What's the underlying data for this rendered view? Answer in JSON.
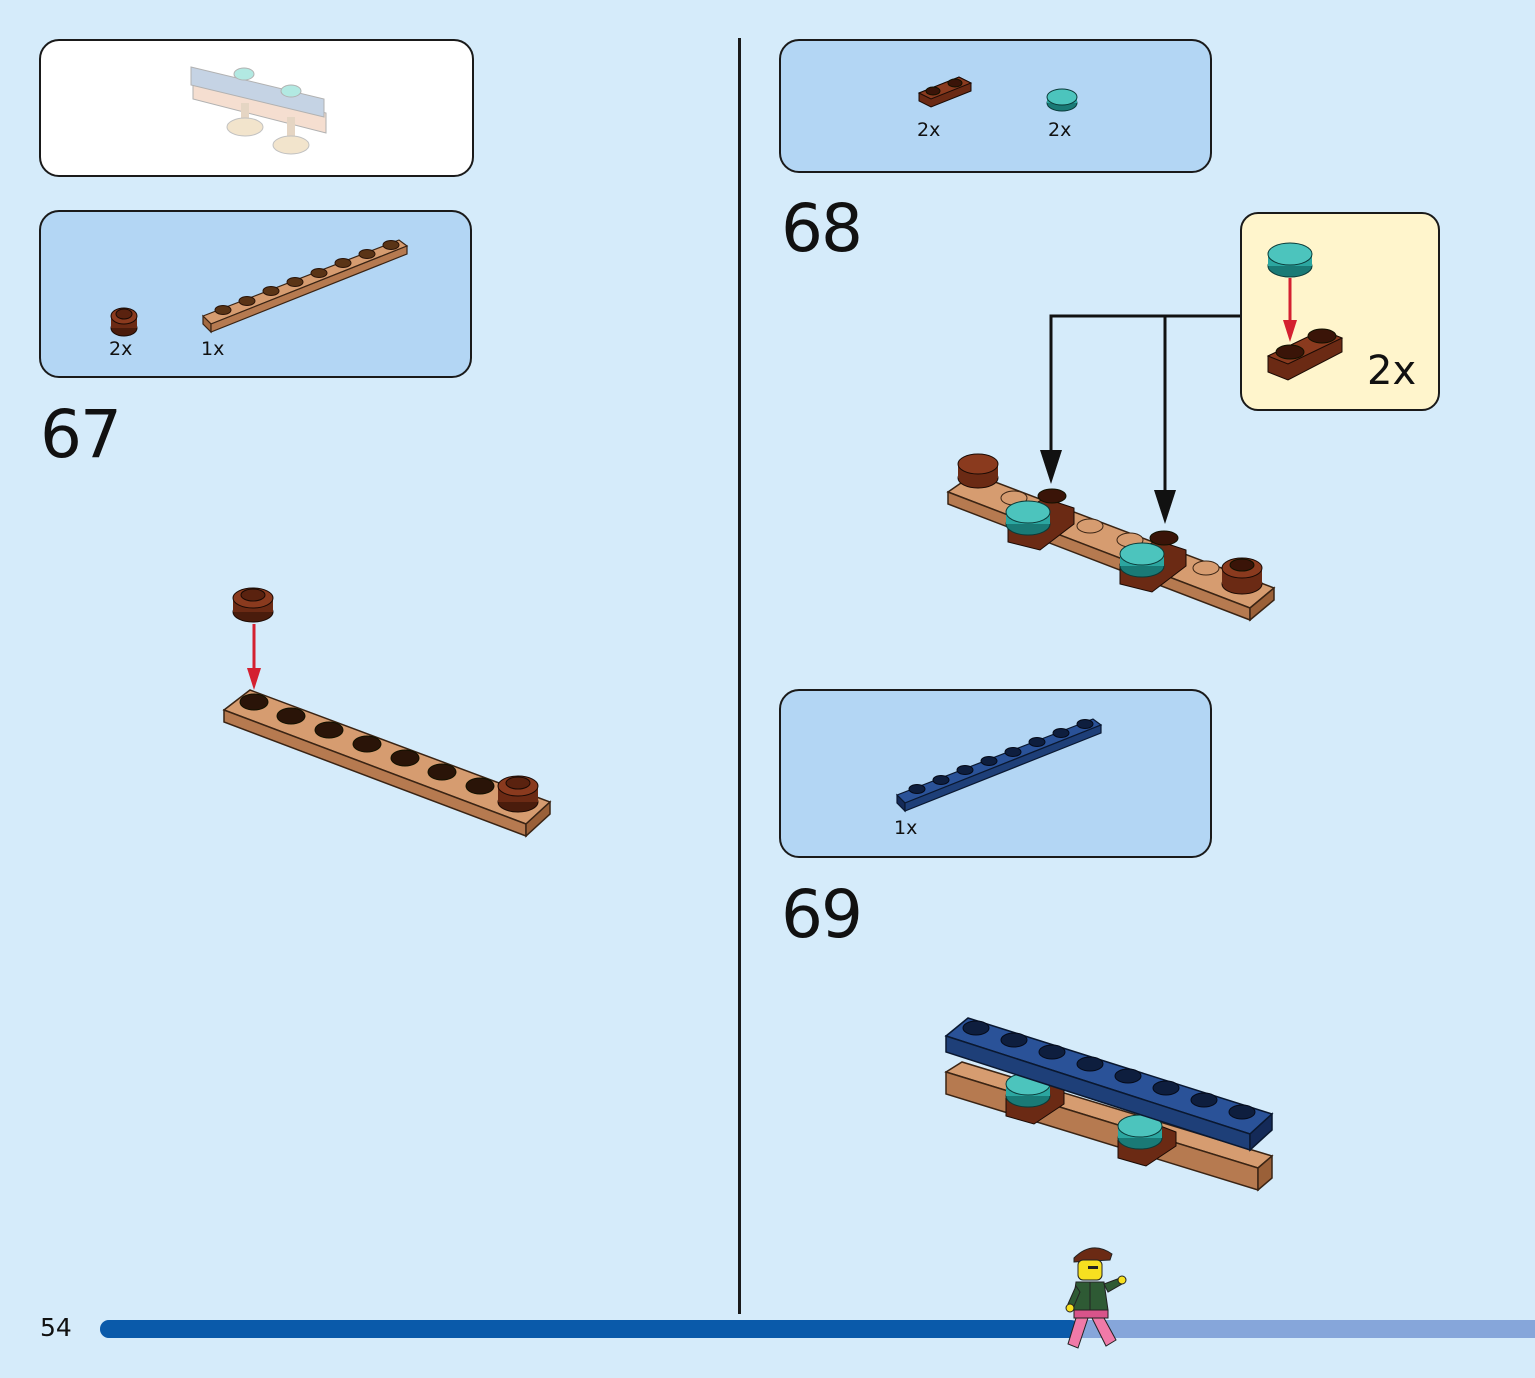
{
  "page": {
    "number": "54"
  },
  "progress": {
    "fraction": 0.68
  },
  "colors": {
    "background": "#d5ebfa",
    "callout_blue": "#b3d6f4",
    "submodel_yellow": "#fff5cc",
    "tan": "#c48a60",
    "reddish_brown": "#6b2a14",
    "teal": "#2ba6a0",
    "dark_blue": "#1e3f78",
    "arrow_red": "#d42030",
    "progress_fill": "#0a5aaa",
    "progress_track": "#86a6da"
  },
  "steps": [
    {
      "number": "67",
      "parts": [
        {
          "icon": "round-plate-brown-icon",
          "qty": "2x"
        },
        {
          "icon": "plate-1x8-tan-icon",
          "qty": "1x"
        }
      ]
    },
    {
      "number": "68",
      "parts": [
        {
          "icon": "plate-1x2-brown-icon",
          "qty": "2x"
        },
        {
          "icon": "round-tile-teal-icon",
          "qty": "2x"
        }
      ],
      "submodel": {
        "qty": "2x"
      }
    },
    {
      "number": "69",
      "parts": [
        {
          "icon": "plate-1x8-dark-blue-icon",
          "qty": "1x"
        }
      ]
    }
  ]
}
